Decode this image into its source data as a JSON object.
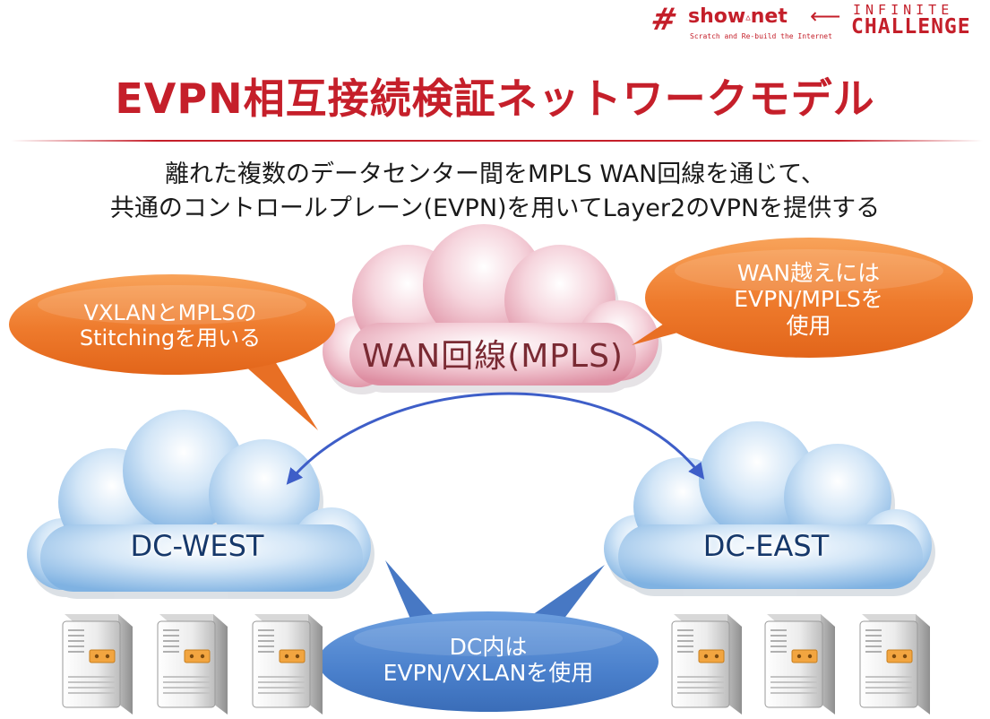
{
  "header": {
    "logo_hash": "#",
    "logo_show": "show",
    "logo_dot": "▵",
    "logo_net": "net",
    "logo_tagline": "Scratch and Re-build the Internet",
    "logo_arrow": "⟵",
    "logo_infinite": "INFINITE",
    "logo_challenge": "CHALLENGE"
  },
  "title": "EVPN相互接続検証ネットワークモデル",
  "subtitle": {
    "line1": "離れた複数のデータセンター間をMPLS WAN回線を通じて、",
    "line2": "共通のコントロールプレーン(EVPN)を用いてLayer2のVPNを提供する"
  },
  "clouds": {
    "wan": "WAN回線(MPLS)",
    "west": "DC-WEST",
    "east": "DC-EAST"
  },
  "callouts": {
    "left": [
      "VXLANとMPLSの",
      "Stitchingを用いる"
    ],
    "right": [
      "WAN越えには",
      "EVPN/MPLSを",
      "使用"
    ],
    "bottom": [
      "DC内は",
      "EVPN/VXLANを使用"
    ]
  },
  "colors": {
    "brand_red": "#c51f2a",
    "wan_cloud": "#e6a6b4",
    "dc_cloud": "#a8cbeb",
    "orange_callout": "#ee7a2c",
    "blue_callout": "#4e82cd",
    "arrow": "#3e5ec8"
  },
  "icons": [
    "server-rack-icon",
    "bidirectional-arrow-icon",
    "cloud-icon"
  ]
}
